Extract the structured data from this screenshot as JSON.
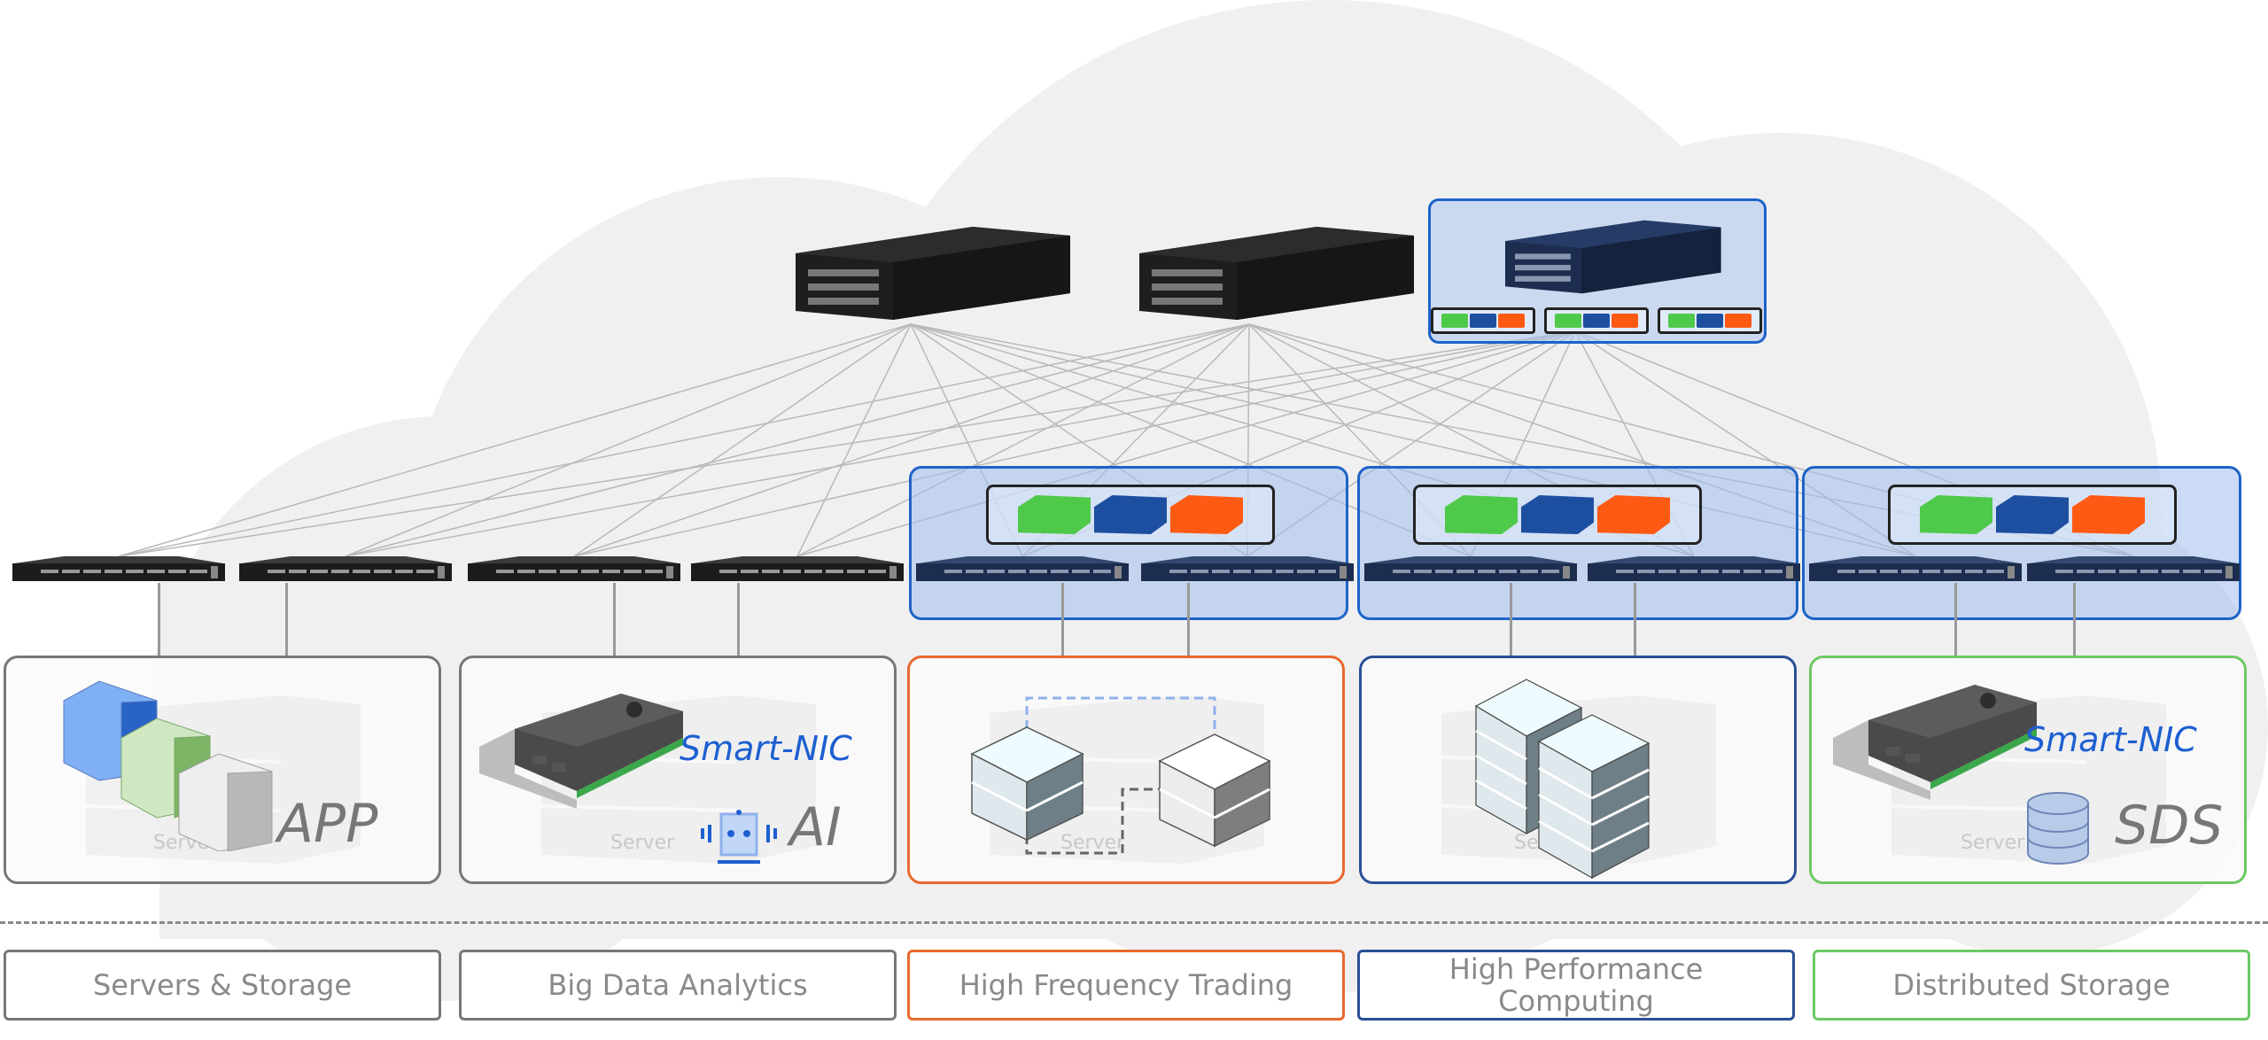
{
  "diagram": {
    "title": "Data center network fabric by workload",
    "colors": {
      "background_cloud": "#f0f0f0",
      "link_line": "#b9b9b9",
      "selection_blue": "#1e63c8",
      "selection_fill": "#c4d6f2",
      "switch_dark": "#1e1e1e",
      "switch_navy": "#1c2d4f",
      "vnf_green": "#4fc94a",
      "vnf_blue": "#1d4fa0",
      "vnf_orange": "#ff5a14",
      "gray_border": "#777777",
      "orange_border": "#e8692e",
      "navy_border": "#2a4f97",
      "green_border": "#6cc962",
      "smartnic_text": "#1c5fd1",
      "label_text": "#8a8a8a"
    },
    "spine_switches": [
      {
        "name": "spine-1",
        "style": "standard"
      },
      {
        "name": "spine-2",
        "style": "standard"
      },
      {
        "name": "spine-3",
        "style": "programmable",
        "highlighted": true,
        "vnf_groups": 3
      }
    ],
    "leaf_switches": [
      {
        "name": "leaf-1",
        "style": "standard"
      },
      {
        "name": "leaf-2",
        "style": "standard"
      },
      {
        "name": "leaf-3",
        "style": "standard"
      },
      {
        "name": "leaf-4",
        "style": "standard"
      },
      {
        "name": "leaf-5",
        "style": "programmable"
      },
      {
        "name": "leaf-6",
        "style": "programmable"
      },
      {
        "name": "leaf-7",
        "style": "programmable"
      },
      {
        "name": "leaf-8",
        "style": "programmable"
      },
      {
        "name": "leaf-9",
        "style": "programmable"
      },
      {
        "name": "leaf-10",
        "style": "programmable"
      }
    ],
    "vnf_icons": [
      "green-block",
      "blue-block",
      "orange-block"
    ],
    "cards": [
      {
        "id": "servers-storage",
        "server_label": "Server",
        "title": "APP",
        "icon": "stacked-cubes-icon",
        "border": "#777777"
      },
      {
        "id": "big-data",
        "server_label": "Server",
        "smartnic_label": "Smart-NIC",
        "title": "AI",
        "icon": "robot-icon",
        "border": "#777777"
      },
      {
        "id": "hft",
        "server_label": "Server",
        "icon": "paired-servers-icon",
        "border": "#e8692e"
      },
      {
        "id": "hpc",
        "server_label": "Server",
        "icon": "server-cluster-icon",
        "border": "#2a4f97"
      },
      {
        "id": "distributed-storage",
        "server_label": "Server",
        "smartnic_label": "Smart-NIC",
        "title": "SDS",
        "icon": "database-icon",
        "border": "#6cc962"
      }
    ],
    "categories": [
      {
        "label": "Servers & Storage",
        "border": "#777777"
      },
      {
        "label": "Big Data Analytics",
        "border": "#777777"
      },
      {
        "label": "High Frequency Trading",
        "border": "#e8692e"
      },
      {
        "label": "High Performance Computing",
        "border": "#2a4f97"
      },
      {
        "label": "Distributed Storage",
        "border": "#6cc962"
      }
    ]
  }
}
